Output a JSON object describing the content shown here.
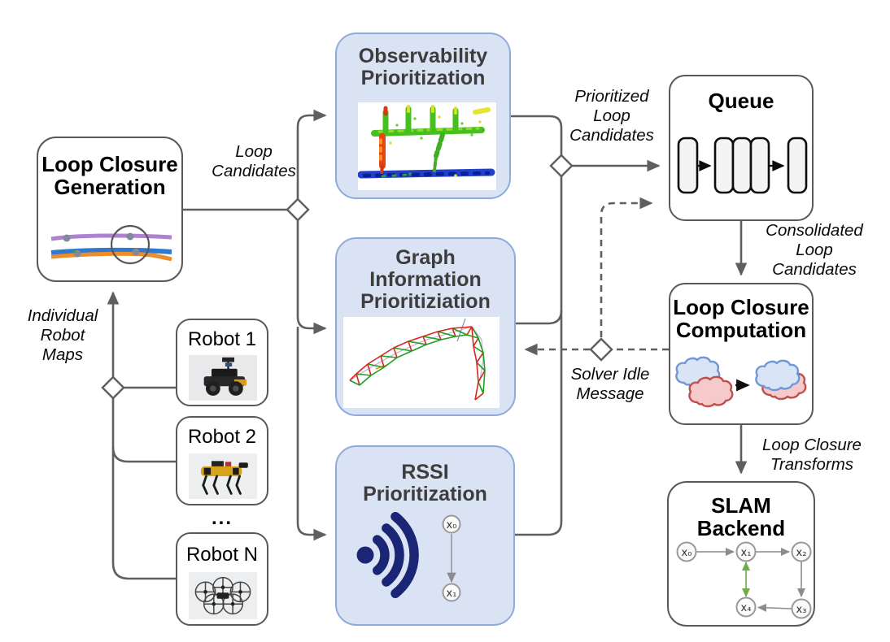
{
  "diagram": {
    "nodes": {
      "loop_closure_generation": {
        "lines": [
          "Loop Closure",
          "Generation"
        ]
      },
      "robot1": {
        "label": "Robot 1"
      },
      "robot2": {
        "label": "Robot 2"
      },
      "robot_n": {
        "label": "Robot N"
      },
      "robots_ellipsis": "...",
      "observability": {
        "lines": [
          "Observability",
          "Prioritization"
        ]
      },
      "graph_information": {
        "lines": [
          "Graph",
          "Information",
          "Prioritiziation"
        ]
      },
      "rssi": {
        "lines": [
          "RSSI",
          "Prioritization"
        ]
      },
      "queue": {
        "label": "Queue"
      },
      "loop_closure_computation": {
        "lines": [
          "Loop Closure",
          "Computation"
        ]
      },
      "slam_backend": {
        "lines": [
          "SLAM",
          "Backend"
        ]
      }
    },
    "edge_labels": {
      "loop_candidates": {
        "lines": [
          "Loop",
          "Candidates"
        ]
      },
      "individual_robot_maps": {
        "lines": [
          "Individual",
          "Robot",
          "Maps"
        ]
      },
      "prioritized_loop_candidates": {
        "lines": [
          "Prioritized",
          "Loop",
          "Candidates"
        ]
      },
      "consolidated_loop_candidates": {
        "lines": [
          "Consolidated",
          "Loop",
          "Candidates"
        ]
      },
      "solver_idle_message": {
        "lines": [
          "Solver Idle",
          "Message"
        ]
      },
      "loop_closure_transforms": {
        "lines": [
          "Loop Closure",
          "Transforms"
        ]
      }
    },
    "factor_nodes": {
      "rssi": [
        "x₀",
        "x₁"
      ],
      "slam": [
        "x₀",
        "x₁",
        "x₂",
        "x₃",
        "x₄"
      ]
    },
    "icons": {
      "wifi": "wifi-signal-icon",
      "queue_cells": "queue-cells-icon",
      "clouds": "pointcloud-registration-icon"
    },
    "colors": {
      "priority_box_fill": "#dae3f3",
      "priority_box_border": "#8faadc",
      "box_border": "#595959",
      "connector_gray": "#5f5f5f",
      "wifi_navy": "#1b2575",
      "loop_closure_green": "#70ad47",
      "cloud_blue_stroke": "#6f97d8",
      "cloud_red_stroke": "#bf4f4c"
    }
  }
}
